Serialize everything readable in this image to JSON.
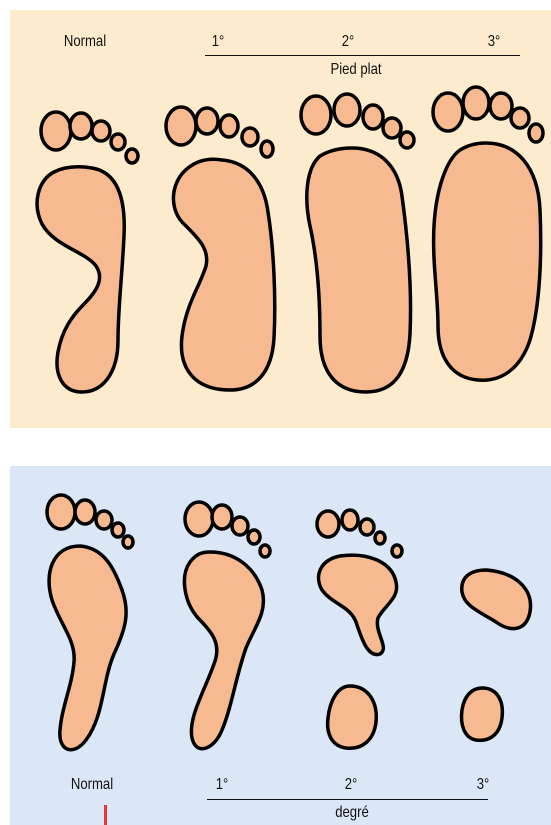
{
  "top_panel": {
    "labels": {
      "normal": "Normal",
      "d1": "1°",
      "d2": "2°",
      "d3": "3°",
      "caption": "Pied plat"
    },
    "color": "#fcebcc"
  },
  "bottom_panel": {
    "labels": {
      "normal": "Normal",
      "d1": "1°",
      "d2": "2°",
      "d3": "3°",
      "caption": "degré"
    },
    "color": "#dbe6f6"
  },
  "foot_fill": "#f7b98f",
  "marker_color": "#e53935"
}
